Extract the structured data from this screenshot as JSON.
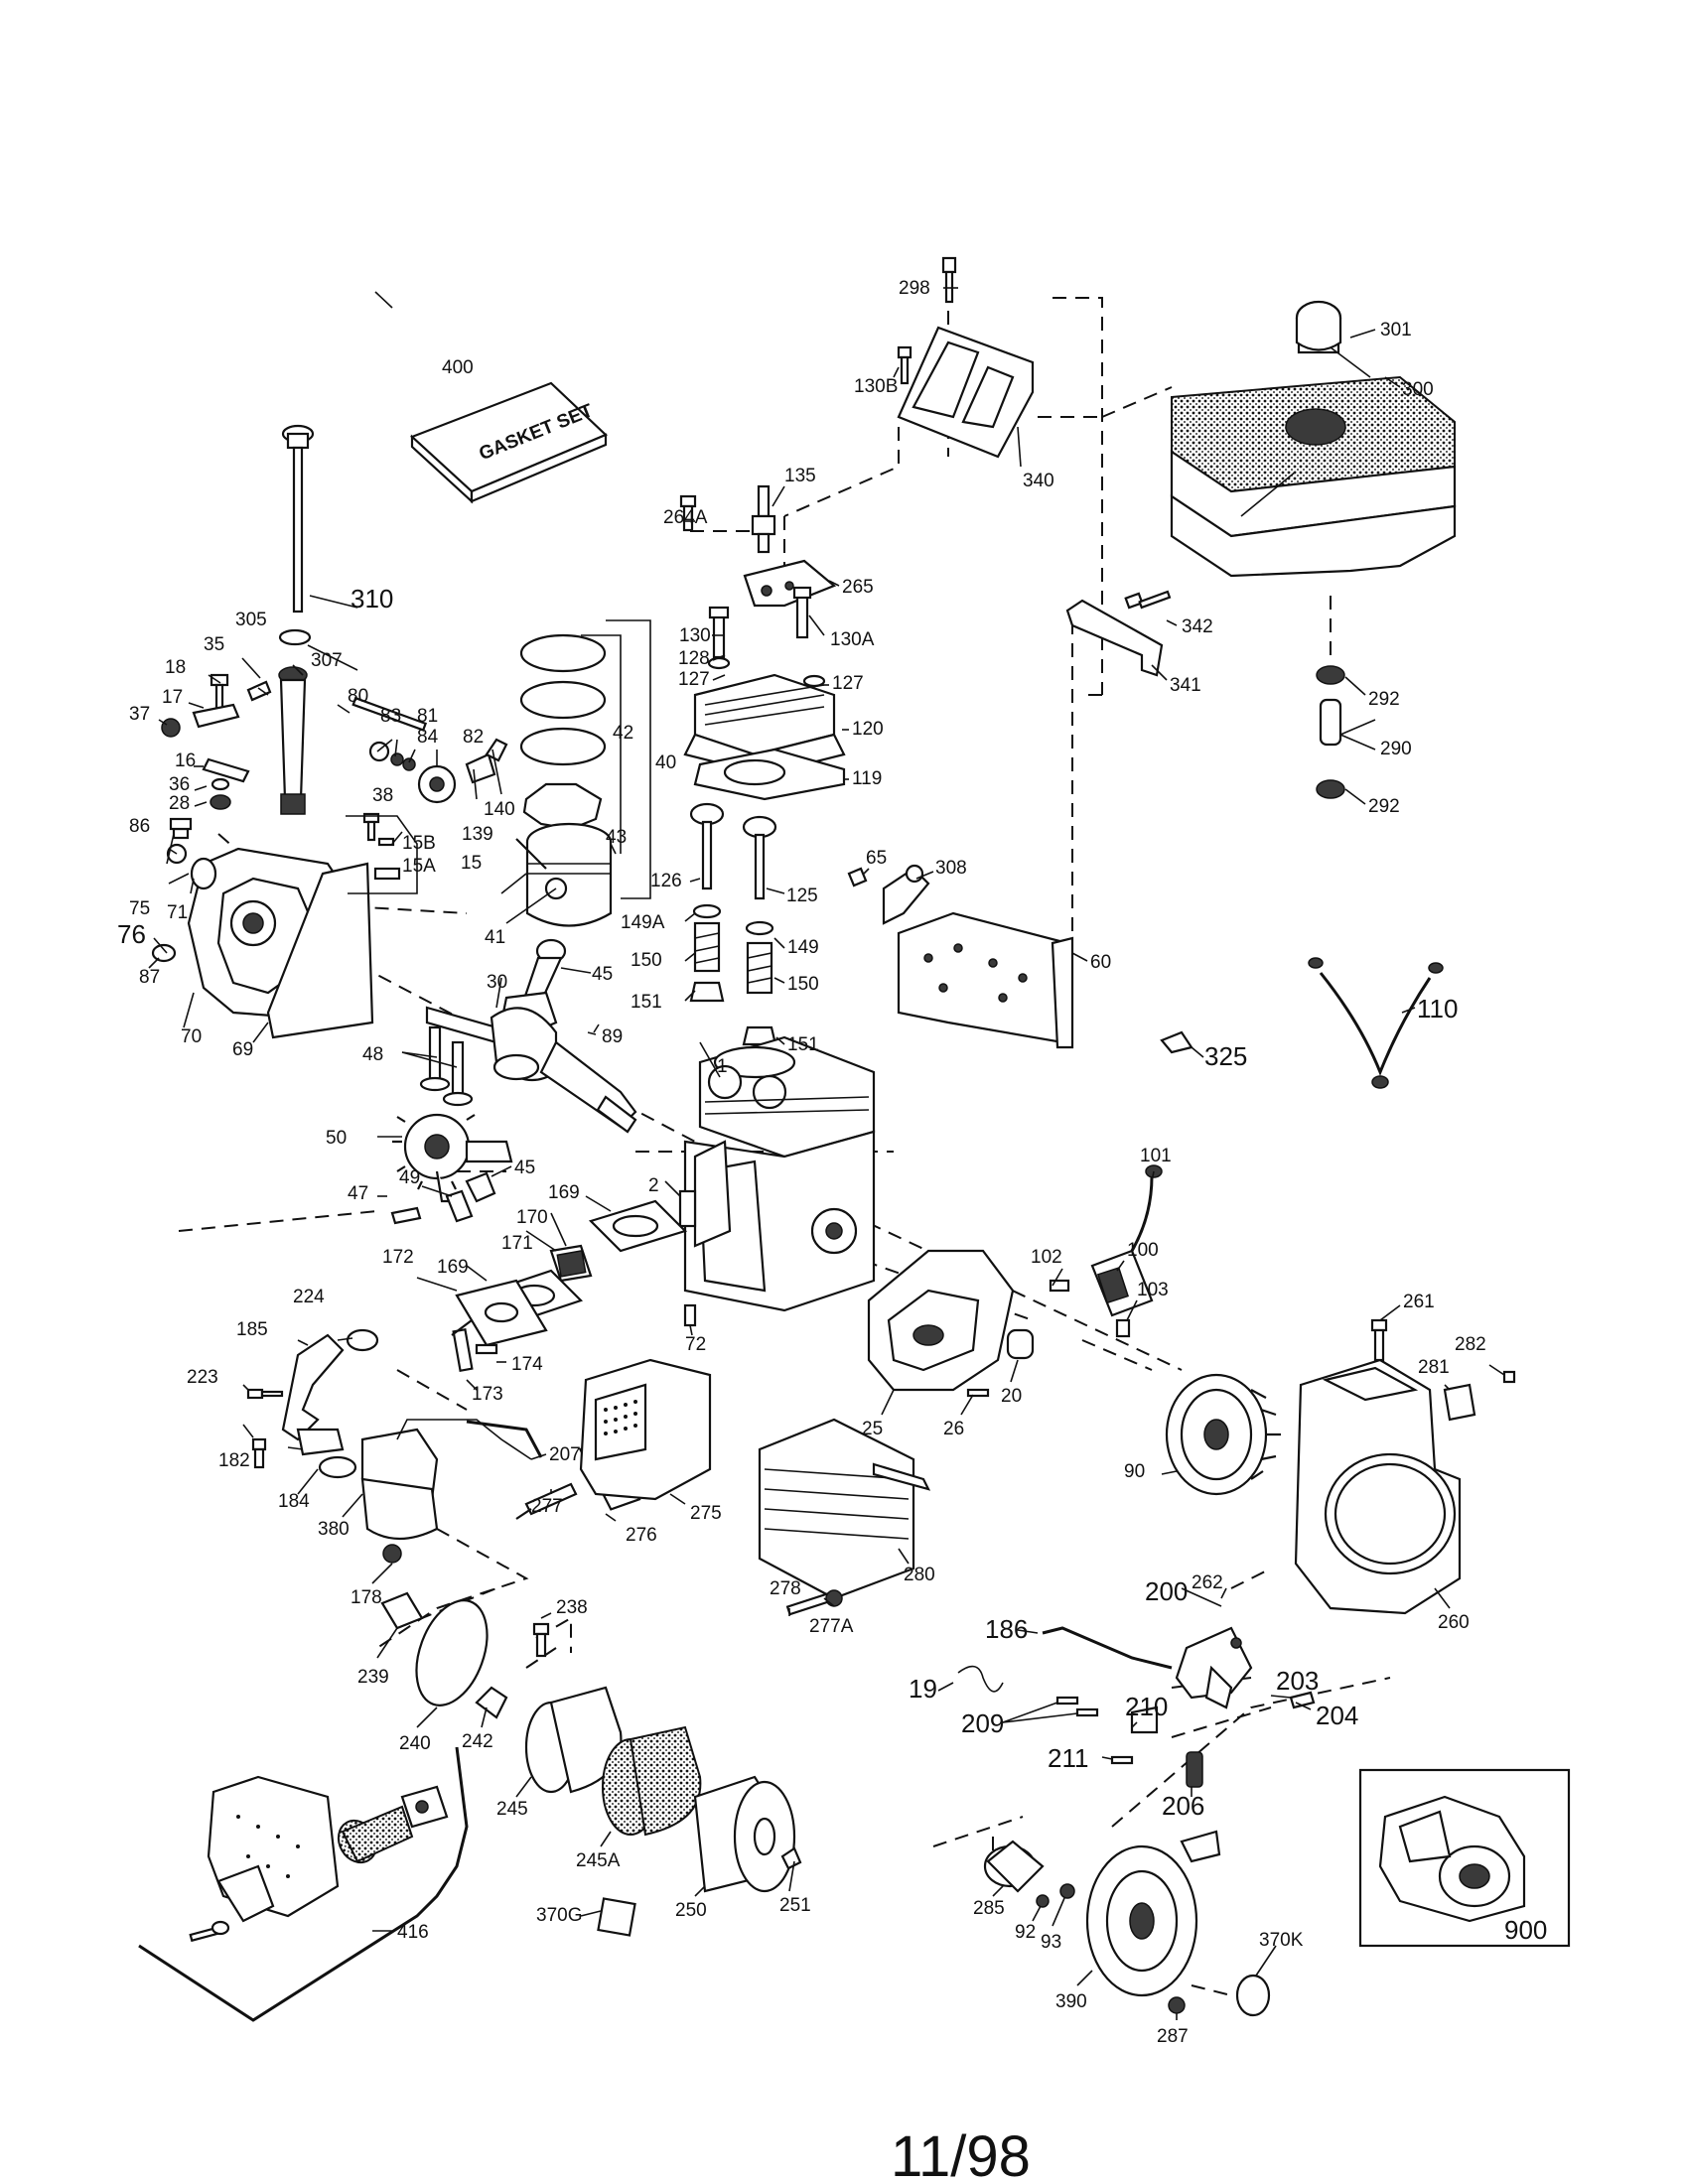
{
  "gasket_set_text": "GASKET SET",
  "footer_date": "11/98",
  "labels": {
    "p1": "1",
    "p2": "2",
    "p15": "15",
    "p15A": "15A",
    "p15B": "15B",
    "p16": "16",
    "p17": "17",
    "p18": "18",
    "p19": "19",
    "p20": "20",
    "p25": "25",
    "p26": "26",
    "p28": "28",
    "p30": "30",
    "p35": "35",
    "p36": "36",
    "p37": "37",
    "p38": "38",
    "p40": "40",
    "p41": "41",
    "p42": "42",
    "p43": "43",
    "p45a": "45",
    "p45b": "45",
    "p47": "47",
    "p48": "48",
    "p49": "49",
    "p50": "50",
    "p60": "60",
    "p65": "65",
    "p69": "69",
    "p70": "70",
    "p71": "71",
    "p72": "72",
    "p75": "75",
    "p76": "76",
    "p80": "80",
    "p81": "81",
    "p82": "82",
    "p83": "83",
    "p84": "84",
    "p86": "86",
    "p87": "87",
    "p89": "89",
    "p90": "90",
    "p92": "92",
    "p93": "93",
    "p100": "100",
    "p101": "101",
    "p102": "102",
    "p103": "103",
    "p110": "110",
    "p119": "119",
    "p120": "120",
    "p125": "125",
    "p126": "126",
    "p127a": "127",
    "p127b": "127",
    "p128": "128",
    "p130": "130",
    "p130A": "130A",
    "p130B": "130B",
    "p135": "135",
    "p139": "139",
    "p140": "140",
    "p149": "149",
    "p149A": "149A",
    "p150a": "150",
    "p150b": "150",
    "p151a": "151",
    "p151b": "151",
    "p169a": "169",
    "p169b": "169",
    "p170": "170",
    "p171": "171",
    "p172": "172",
    "p173": "173",
    "p174": "174",
    "p178": "178",
    "p182": "182",
    "p184": "184",
    "p185": "185",
    "p186": "186",
    "p200": "200",
    "p203": "203",
    "p204": "204",
    "p206": "206",
    "p207": "207",
    "p209": "209",
    "p210": "210",
    "p211": "211",
    "p223": "223",
    "p224": "224",
    "p238": "238",
    "p239": "239",
    "p240": "240",
    "p242": "242",
    "p245": "245",
    "p245A": "245A",
    "p250": "250",
    "p251": "251",
    "p260": "260",
    "p261": "261",
    "p262": "262",
    "p264A": "264A",
    "p265": "265",
    "p275": "275",
    "p276": "276",
    "p277": "277",
    "p277A": "277A",
    "p278": "278",
    "p280": "280",
    "p281": "281",
    "p282": "282",
    "p285": "285",
    "p287": "287",
    "p290": "290",
    "p292a": "292",
    "p292b": "292",
    "p298": "298",
    "p300": "300",
    "p301": "301",
    "p305": "305",
    "p307": "307",
    "p308": "308",
    "p310": "310",
    "p325": "325",
    "p340": "340",
    "p341": "341",
    "p342": "342",
    "p370G": "370G",
    "p370K": "370K",
    "p380": "380",
    "p390": "390",
    "p400": "400",
    "p416": "416",
    "p900": "900"
  }
}
